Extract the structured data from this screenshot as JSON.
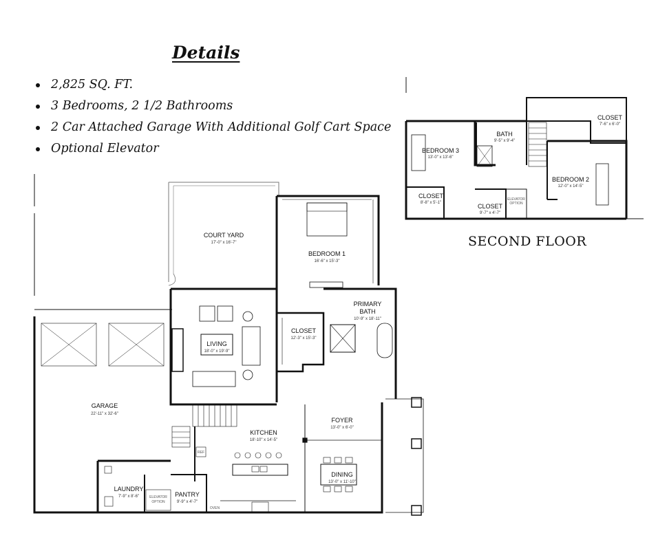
{
  "heading": "Details",
  "details": [
    "2,825 SQ. FT.",
    "3 Bedrooms, 2 1/2 Bathrooms",
    "2 Car Attached Garage With Additional Golf Cart Space",
    "Optional Elevator"
  ],
  "second_floor_caption": "SECOND FLOOR",
  "first_floor": {
    "court_yard": {
      "name": "COURT YARD",
      "dim": "17'-0\" x 16'-7\""
    },
    "bedroom1": {
      "name": "BEDROOM 1",
      "dim": "16'-6\" x 15'-3\""
    },
    "living": {
      "name": "LIVING",
      "dim": "18'-0\" x 19'-9\""
    },
    "closet": {
      "name": "CLOSET",
      "dim": "12'-3\" x 15'-3\""
    },
    "primary_bath": {
      "name1": "PRIMARY",
      "name2": "BATH",
      "dim": "10'-9\" x 18'-11\""
    },
    "garage": {
      "name": "GARAGE",
      "dim": "22'-11\" x 32'-6\""
    },
    "kitchen": {
      "name": "KITCHEN",
      "dim": "18'-10\" x 14'-5\""
    },
    "foyer": {
      "name": "FOYER",
      "dim": "13'-0\" x 6'-0\""
    },
    "dining": {
      "name": "DINING",
      "dim": "13'-0\" x 11'-10\""
    },
    "laundry": {
      "name": "LAUNDRY",
      "dim": "7'-9\" x 8'-6\""
    },
    "pantry": {
      "name": "PANTRY",
      "dim": "9'-9\" x 4'-7\""
    },
    "elevator": {
      "line1": "ELEVATOR",
      "line2": "OPTION"
    },
    "ref": "REF",
    "oven": "OVEN"
  },
  "second_floor": {
    "bedroom3": {
      "name": "BEDROOM 3",
      "dim": "13'-0\" x 13'-6\""
    },
    "bath": {
      "name": "BATH",
      "dim": "9'-5\" x 9'-4\""
    },
    "closet_top": {
      "name": "CLOSET",
      "dim": "7'-6\" x 6'-0\""
    },
    "bedroom2": {
      "name": "BEDROOM 2",
      "dim": "12'-0\" x 14'-5\""
    },
    "closet_left": {
      "name": "CLOSET",
      "dim": "8'-8\" x 5'-1\""
    },
    "closet_mid": {
      "name": "CLOSET",
      "dim": "9'-7\" x 4'-7\""
    },
    "elevator": {
      "line1": "ELEVATOR",
      "line2": "OPTION"
    }
  }
}
